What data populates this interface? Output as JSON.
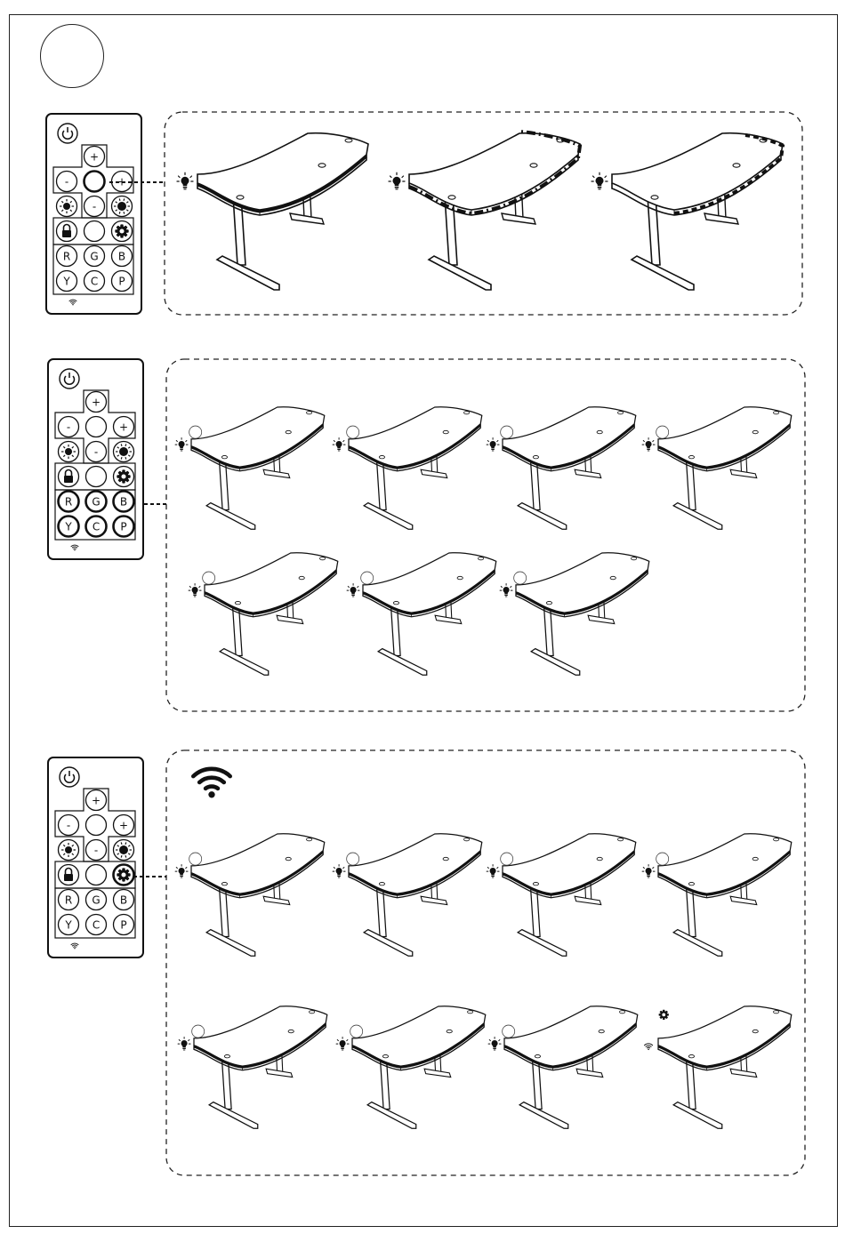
{
  "remote": {
    "buttons": {
      "plus": "+",
      "minus": "-",
      "red": "R",
      "green": "G",
      "blue": "B",
      "yellow": "Y",
      "cyan": "C",
      "purple": "P"
    },
    "icons": {
      "power": "power-icon",
      "sun": "brightness-icon",
      "speed": "speed-icon",
      "lock": "lock-icon",
      "gear": "gear-icon",
      "signal": "signal-icon"
    }
  },
  "panels": [
    {
      "id": "panel-1",
      "highlight": "center",
      "desks": [
        {
          "mode": "steady",
          "badge": false
        },
        {
          "mode": "dash-dot",
          "badge": false
        },
        {
          "mode": "chase",
          "badge": false
        }
      ]
    },
    {
      "id": "panel-2",
      "highlight": "colors",
      "desks": [
        {
          "badge": true
        },
        {
          "badge": true
        },
        {
          "badge": true
        },
        {
          "badge": true
        },
        {
          "badge": true
        },
        {
          "badge": true
        },
        {
          "badge": true
        }
      ]
    },
    {
      "id": "panel-3",
      "highlight": "gear",
      "big_icon": "wifi-icon",
      "desks": [
        {
          "badge": true
        },
        {
          "badge": true
        },
        {
          "badge": true
        },
        {
          "badge": true
        },
        {
          "badge": true
        },
        {
          "badge": true
        },
        {
          "badge": true
        },
        {
          "badge": "gear"
        }
      ]
    }
  ]
}
